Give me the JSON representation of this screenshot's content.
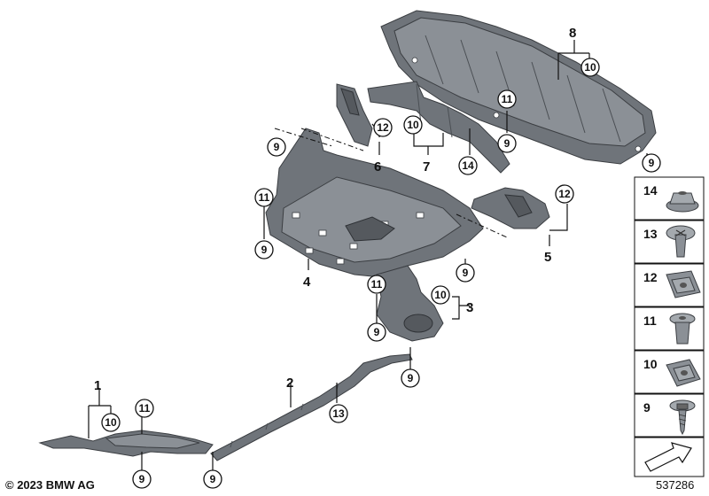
{
  "copyright": "© 2023 BMW AG",
  "image_id": "537286",
  "part_numbers": {
    "p1": "1",
    "p2": "2",
    "p3": "3",
    "p4": "4",
    "p5": "5",
    "p6": "6",
    "p7": "7",
    "p8": "8"
  },
  "callouts": {
    "c10_p8": "10",
    "c11_top": "11",
    "c9_p8": "9",
    "c12_p6": "12",
    "c9_p6": "9",
    "c10_p7": "10",
    "c14": "14",
    "c9_p7": "9",
    "c11_p4": "11",
    "c9_p4": "9",
    "c12_p5": "12",
    "c9_p4r": "9",
    "c11_p3": "11",
    "c10_p3": "10",
    "c9_p3": "9",
    "c9_p3b": "9",
    "c10_p1": "10",
    "c11_p1": "11",
    "c9_p1": "9",
    "c13": "13",
    "c9_p2": "9"
  },
  "legend": [
    {
      "num": "14",
      "icon": "flange-nut-icon"
    },
    {
      "num": "13",
      "icon": "expanding-rivet-icon"
    },
    {
      "num": "12",
      "icon": "clip-nut-icon"
    },
    {
      "num": "11",
      "icon": "plastic-rivet-icon"
    },
    {
      "num": "10",
      "icon": "spring-nut-icon"
    },
    {
      "num": "9",
      "icon": "screw-icon"
    }
  ]
}
